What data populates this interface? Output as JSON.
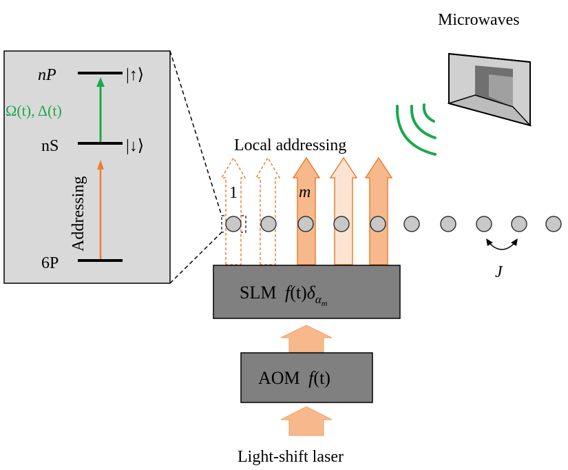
{
  "labels": {
    "microwaves": "Microwaves",
    "local_addressing": "Local addressing",
    "light_shift_laser": "Light-shift laser",
    "slm": "SLM",
    "slm_formula_f": "f",
    "slm_formula_t": "(t)",
    "slm_formula_delta": "δ",
    "slm_formula_alpha": "α",
    "slm_formula_m": "m",
    "aom": "AOM",
    "aom_formula_f": "f",
    "aom_formula_t": "(t)",
    "beam_first": "1",
    "beam_m": "m",
    "coupling": "J"
  },
  "levels": {
    "nP": "nP",
    "nS": "nS",
    "sixP": "6P",
    "ket_up": "|↑⟩",
    "ket_down": "|↓⟩",
    "drive": "Ω(t), Δ(t)",
    "addressing": "Addressing"
  },
  "colors": {
    "beam_orange": "#f7b98b",
    "beam_light": "#fbe4d3",
    "beam_outline": "#ed7d31",
    "green": "#1aa84b",
    "box_gray": "#808080",
    "inset_gray": "#d9d9d9",
    "atom_gray": "#c8c8c8"
  },
  "icons": [
    "microwave-horn-icon",
    "microwave-wave-icon"
  ]
}
